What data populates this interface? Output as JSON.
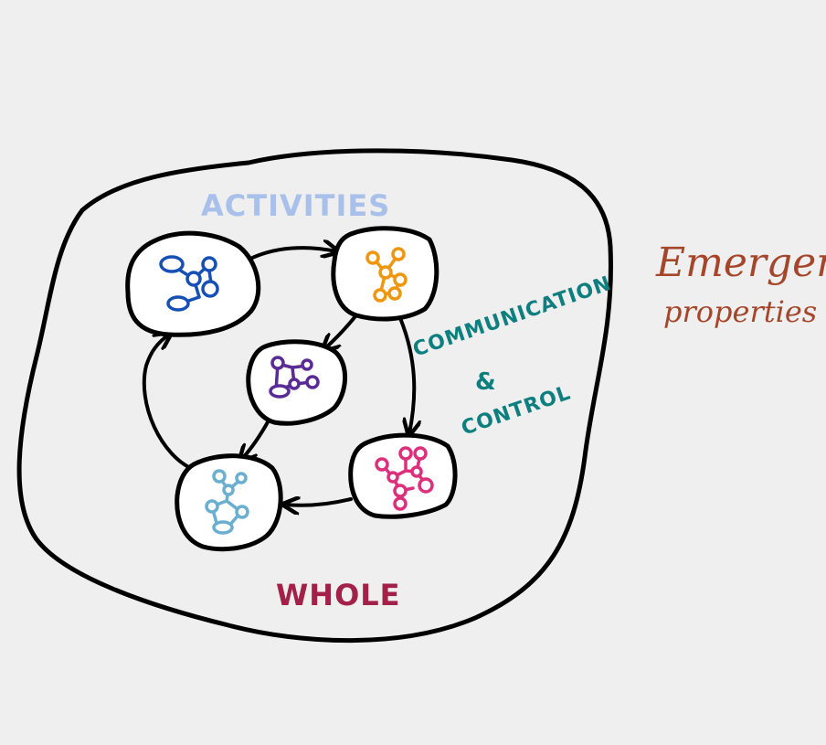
{
  "labels": {
    "activities": "ACTIVITIES",
    "communication": "COMMUNICATION",
    "ampersand": "&",
    "control": "CONTROL",
    "whole": "WHOLE",
    "emergent_line1": "Emergent",
    "emergent_line2": "properties"
  },
  "colors": {
    "background": "#efefef",
    "ink": "#000000",
    "activities": "#a9c0ea",
    "communication": "#0e7f7f",
    "whole": "#a3204a",
    "emergent": "#a5462b",
    "net_blue": "#1650b5",
    "net_orange": "#f0960e",
    "net_purple": "#5a2a95",
    "net_pink": "#dc2f7c",
    "net_lightblue": "#6aaed0"
  },
  "activities": [
    {
      "name": "activity-blue",
      "icon": "network-icon",
      "color_key": "net_blue"
    },
    {
      "name": "activity-orange",
      "icon": "network-icon",
      "color_key": "net_orange"
    },
    {
      "name": "activity-purple",
      "icon": "network-icon",
      "color_key": "net_purple"
    },
    {
      "name": "activity-pink",
      "icon": "network-icon",
      "color_key": "net_pink"
    },
    {
      "name": "activity-lightblue",
      "icon": "network-icon",
      "color_key": "net_lightblue"
    }
  ]
}
